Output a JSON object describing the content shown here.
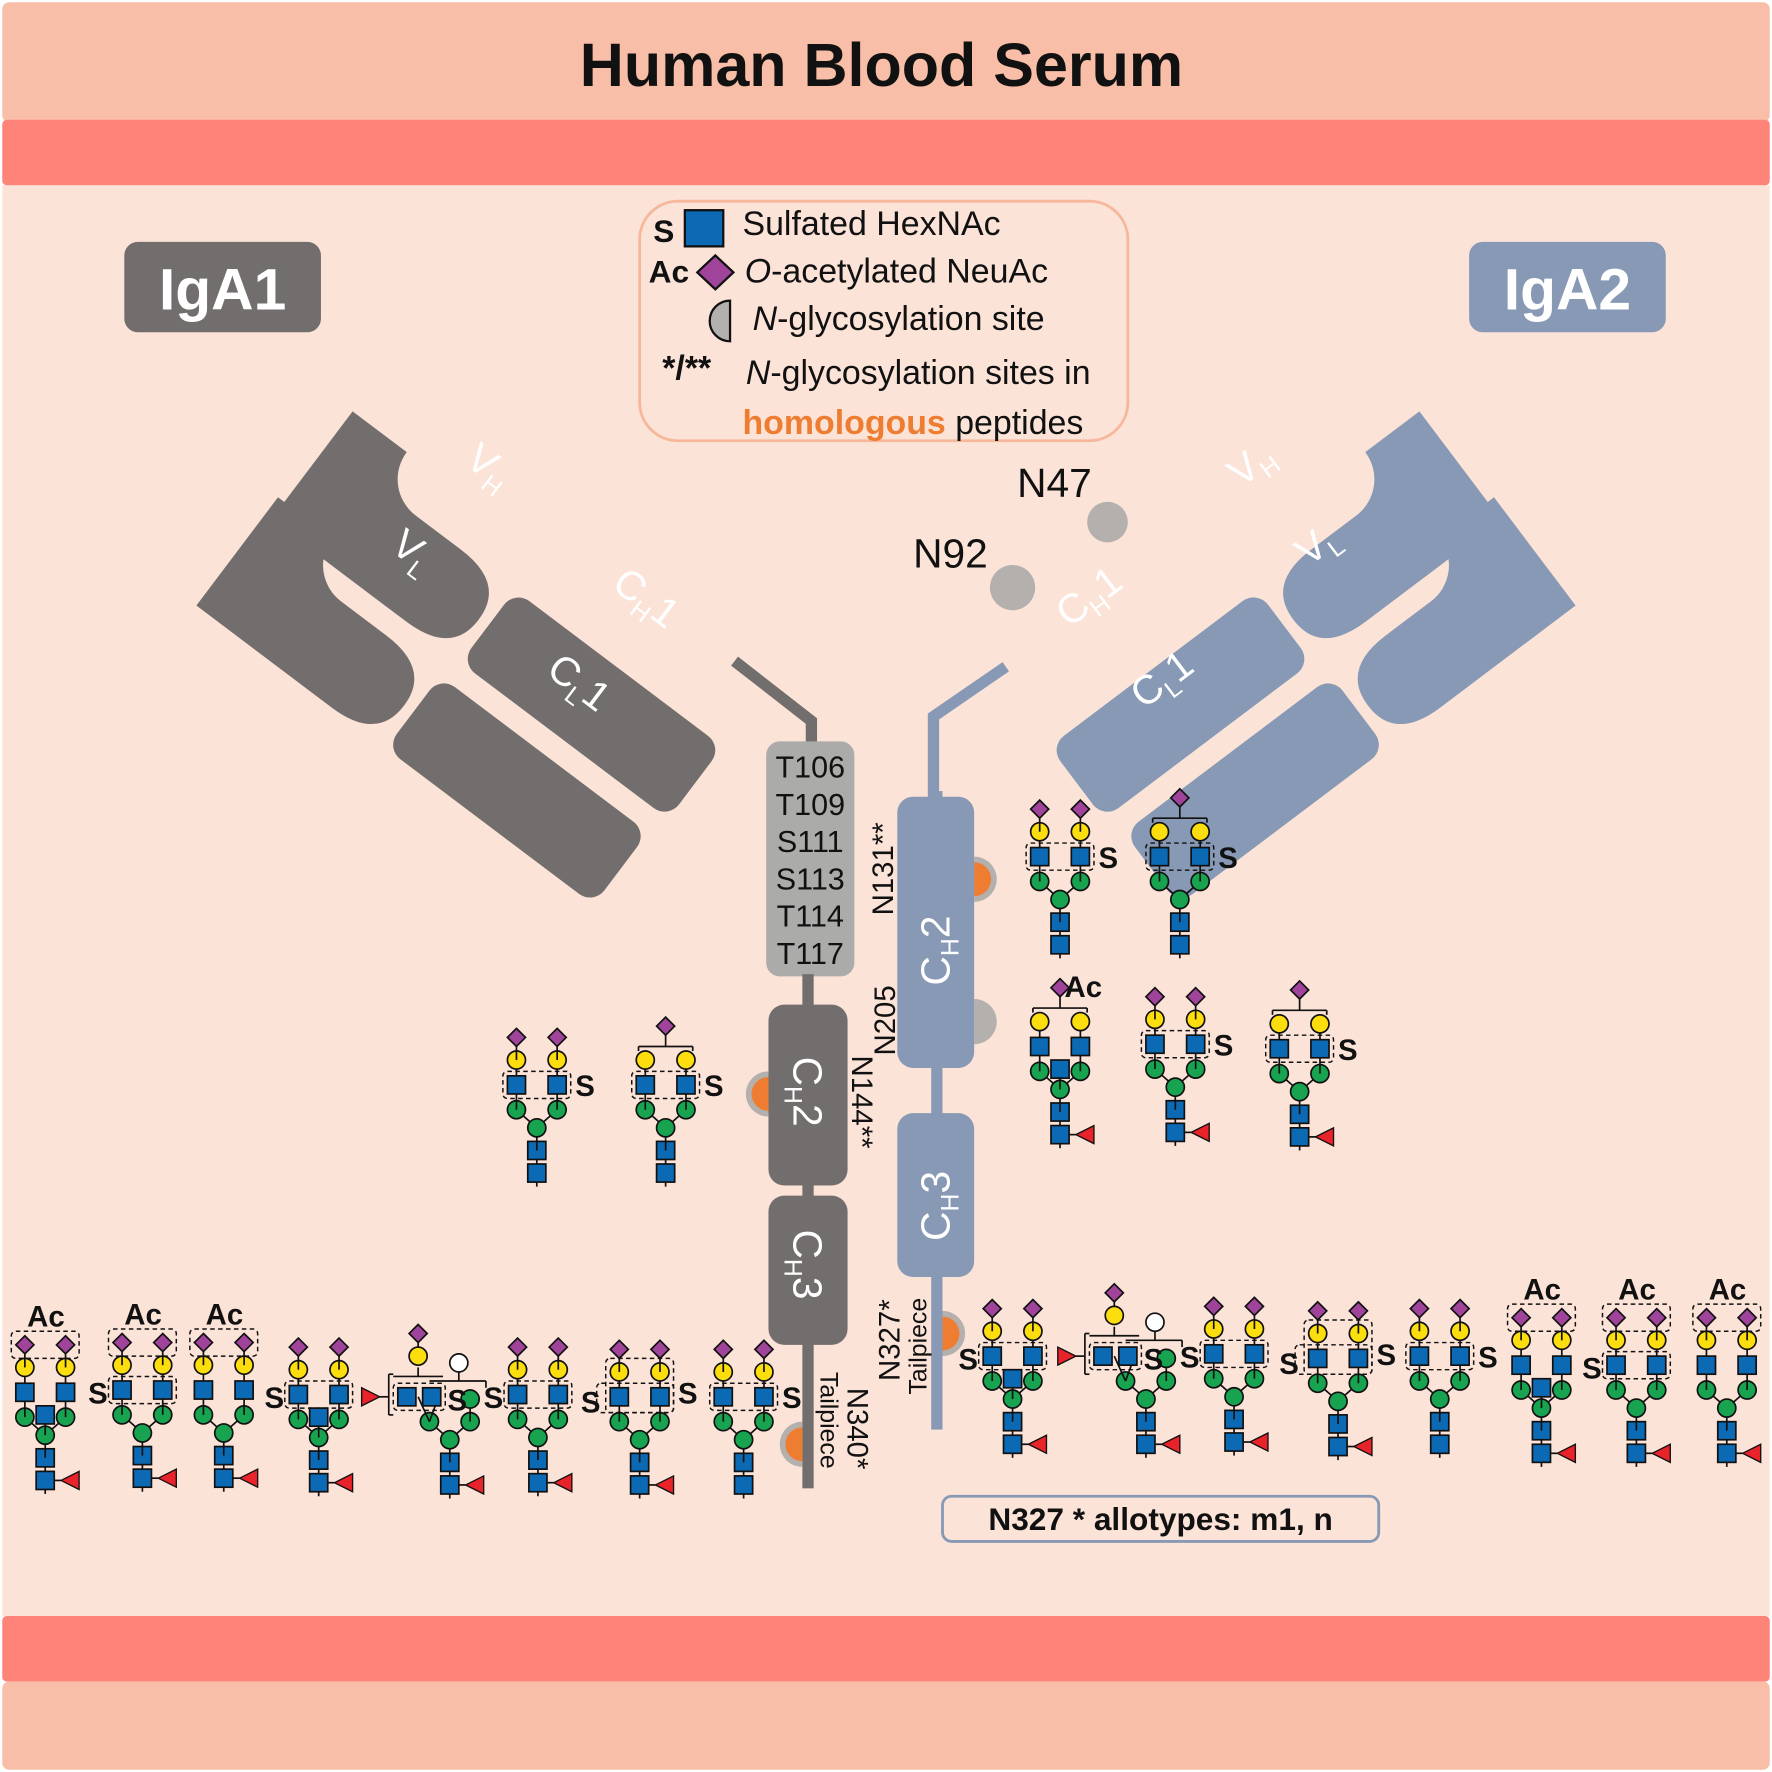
{
  "title": "Human Blood Serum",
  "colors": {
    "outer_band": "#f9bea7",
    "membrane_band": "#fe847a",
    "serum_background": "#fce3d8",
    "iga1": "#726e6d",
    "iga2": "#8799b4",
    "hinge": "#ababaa",
    "hexnac": "#0c6ab5",
    "hex_mannose": "#18a351",
    "galactose": "#fcdd0d",
    "neuac": "#a0449b",
    "fucose": "#e8232a",
    "site_gray": "#b3b0ae",
    "site_orange": "#ef7d31",
    "homologous_text": "#ef7d31"
  },
  "isotypes": {
    "iga1": {
      "label": "IgA1"
    },
    "iga2": {
      "label": "IgA2"
    }
  },
  "legend": {
    "sulfated": {
      "prefix": "S",
      "text": "Sulfated HexNAc"
    },
    "acetylated": {
      "prefix": "Ac",
      "text_italic": "O",
      "text": "-acetylated NeuAc"
    },
    "site": {
      "text_italic": "N",
      "text": "-glycosylation site"
    },
    "homologous": {
      "prefix": "*/**",
      "line1_italic": "N",
      "line1": "-glycosylation sites in",
      "line2_highlight": "homologous",
      "line2": " peptides"
    }
  },
  "domains": {
    "iga1": {
      "vh": {
        "main": "V",
        "sub": "H"
      },
      "vl": {
        "main": "V",
        "sub": "L"
      },
      "ch1": {
        "main": "C",
        "sub": "H",
        "suffix": "1"
      },
      "cl1": {
        "main": "C",
        "sub": "L",
        "suffix": "1"
      },
      "ch2": {
        "main": "C",
        "sub": "H",
        "suffix": "2"
      },
      "ch3": {
        "main": "C",
        "sub": "H",
        "suffix": "3"
      },
      "tailpiece": "Tailpiece"
    },
    "iga2": {
      "vh": {
        "main": "V",
        "sub": "H"
      },
      "vl": {
        "main": "V",
        "sub": "L"
      },
      "ch1": {
        "main": "C",
        "sub": "H",
        "suffix": "1"
      },
      "cl1": {
        "main": "C",
        "sub": "L",
        "suffix": "1"
      },
      "ch2": {
        "main": "C",
        "sub": "H",
        "suffix": "2"
      },
      "ch3": {
        "main": "C",
        "sub": "H",
        "suffix": "3"
      },
      "tailpiece": "Tailpiece"
    }
  },
  "hinge_o_sites": [
    "T106",
    "T109",
    "S111",
    "S113",
    "T114",
    "T117"
  ],
  "sites": {
    "iga1_n144": "N144**",
    "iga1_n340": "N340*",
    "iga2_n47": "N47",
    "iga2_n92": "N92",
    "iga2_n131": "N131**",
    "iga2_n205": "N205",
    "iga2_n327": "N327*"
  },
  "allotype_note": "N327 * allotypes: m1, n",
  "glycans": {
    "iga1_n144": [
      {
        "type": "bi",
        "sia": "both",
        "sulf": "box",
        "bisect": false,
        "core_fuc": false
      },
      {
        "type": "bi",
        "sia": "bracket",
        "sulf": "box",
        "bisect": false,
        "core_fuc": false
      }
    ],
    "iga2_n131": [
      {
        "type": "bi",
        "sia": "both",
        "sulf": "box",
        "bisect": false,
        "core_fuc": false
      },
      {
        "type": "bi",
        "sia": "bracket",
        "sulf": "box",
        "bisect": false,
        "core_fuc": false
      }
    ],
    "iga2_n205": [
      {
        "type": "bi",
        "sia": "bracket",
        "ac": "bracket",
        "sulf": "none",
        "bisect": true,
        "core_fuc": true
      },
      {
        "type": "bi",
        "sia": "both",
        "sulf": "box",
        "bisect": false,
        "core_fuc": true
      },
      {
        "type": "bi",
        "sia": "bracket",
        "sulf": "box",
        "bisect": false,
        "core_fuc": true
      }
    ],
    "iga1_n340": [
      {
        "type": "bi",
        "sia": "both",
        "ac": "box",
        "sulf": "none",
        "bisect": true,
        "core_fuc": true
      },
      {
        "type": "bi",
        "sia": "both",
        "ac": "box",
        "sulf": "box-left",
        "bisect": false,
        "core_fuc": true
      },
      {
        "type": "bi",
        "sia": "both",
        "ac": "box",
        "sulf": "none",
        "bisect": false,
        "core_fuc": true
      },
      {
        "type": "bi",
        "sia": "both",
        "sulf": "box-left",
        "bisect": true,
        "core_fuc": true
      },
      {
        "type": "hybrid",
        "sia": "one",
        "sulf": "hybrid",
        "antenna_fuc": true,
        "core_fuc": true
      },
      {
        "type": "bi",
        "sia": "both",
        "sulf": "box-left",
        "bisect": false,
        "core_fuc": true
      },
      {
        "type": "bi",
        "sia": "both",
        "sulf": "double",
        "bisect": false,
        "core_fuc": true
      },
      {
        "type": "bi",
        "sia": "both",
        "sulf": "box",
        "bisect": false,
        "core_fuc": false
      }
    ],
    "iga2_n327": [
      {
        "type": "bi",
        "sia": "both",
        "sulf": "box-left",
        "bisect": true,
        "core_fuc": true
      },
      {
        "type": "hybrid",
        "sia": "one",
        "sulf": "hybrid",
        "antenna_fuc": true,
        "core_fuc": true
      },
      {
        "type": "bi",
        "sia": "both",
        "sulf": "box-left",
        "bisect": false,
        "core_fuc": true
      },
      {
        "type": "bi",
        "sia": "both",
        "sulf": "double",
        "bisect": false,
        "core_fuc": true
      },
      {
        "type": "bi",
        "sia": "both",
        "sulf": "box",
        "bisect": false,
        "core_fuc": false
      },
      {
        "type": "bi",
        "sia": "both",
        "ac": "box",
        "sulf": "none",
        "bisect": true,
        "core_fuc": true
      },
      {
        "type": "bi",
        "sia": "both",
        "ac": "box",
        "sulf": "box-left",
        "bisect": false,
        "core_fuc": true
      },
      {
        "type": "bi",
        "sia": "both",
        "ac": "box",
        "sulf": "none",
        "bisect": false,
        "core_fuc": true
      }
    ]
  },
  "glycan_labels": {
    "sulfate": "S",
    "acetyl": "Ac"
  }
}
